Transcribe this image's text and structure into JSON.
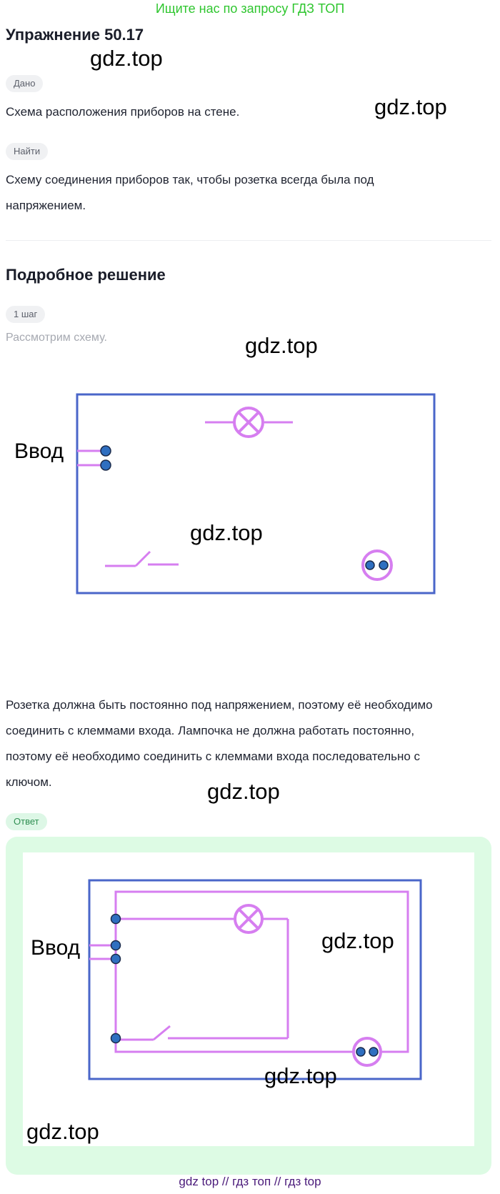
{
  "banner": "Ищите нас по запросу ГДЗ ТОП",
  "exercise_title": "Упражнение 50.17",
  "watermark": "gdz.top",
  "given": {
    "label": "Дано",
    "text": "Схема расположения приборов на стене."
  },
  "find": {
    "label": "Найти",
    "line1": "Схему соединения приборов так, чтобы розетка всегда была под",
    "line2": "напряжением."
  },
  "solution": {
    "title": "Подробное решение",
    "step_label": "1 шаг",
    "step_text": "Рассмотрим схему.",
    "paragraph_lines": [
      "Розетка должна быть постоянно под напряжением, поэтому её необходимо",
      "соединить с клеммами входа. Лампочка не должна работать постоянно,",
      "поэтому её необходимо соединить с клеммами входа последовательно с",
      "ключом."
    ]
  },
  "diagram_label": "Ввод",
  "answer_label": "Ответ",
  "footer": "gdz top  //  гдз топ  //  гдз top",
  "colors": {
    "wire": "#d67ef0",
    "frame": "#4a66c9",
    "terminal": "#2f6fc0",
    "banner": "#2fc62f",
    "answer_bg": "#ddfbe4"
  }
}
